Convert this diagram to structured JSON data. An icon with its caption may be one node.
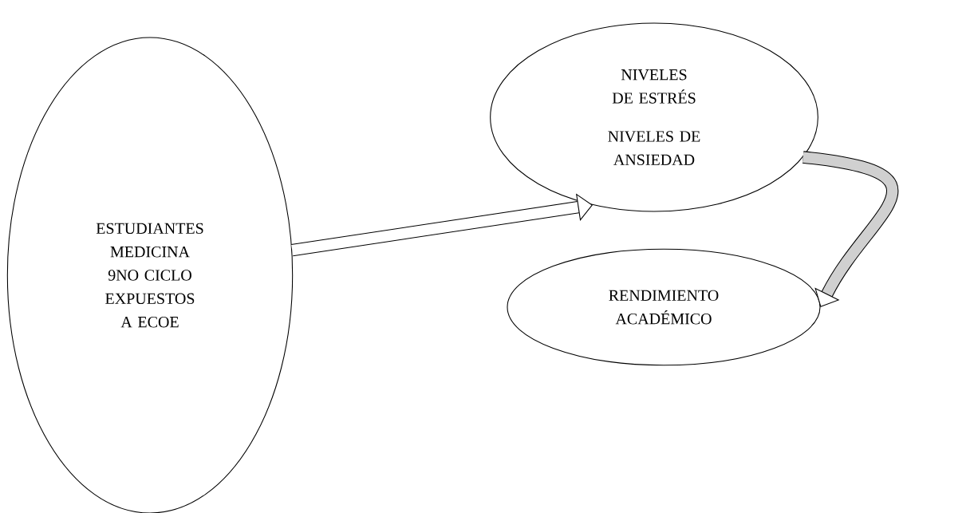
{
  "diagram": {
    "nodes": [
      {
        "text": [
          "ESTUDIANTES MEDICINA 9NO CICLO EXPUESTOS A ECOE"
        ]
      },
      {
        "text": [
          "NIVELES DE ESTRÉS",
          "NIVELES DE ANSIEDAD"
        ]
      },
      {
        "text": [
          "RENDIMIENTO ACADÉMICO"
        ]
      }
    ],
    "edges": [
      {
        "from": 0,
        "to": 1,
        "arrow": "to"
      },
      {
        "from": 1,
        "to": 2,
        "arrow": "to"
      }
    ]
  }
}
